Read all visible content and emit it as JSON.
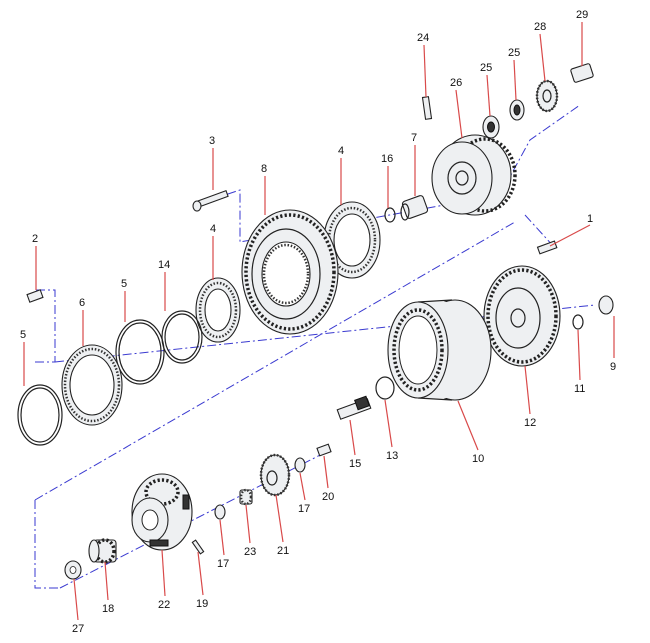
{
  "callouts": {
    "c1": "1",
    "c2": "2",
    "c3": "3",
    "c4a": "4",
    "c4b": "4",
    "c5a": "5",
    "c5b": "5",
    "c6": "6",
    "c7": "7",
    "c8": "8",
    "c9": "9",
    "c10": "10",
    "c11": "11",
    "c12": "12",
    "c13": "13",
    "c14": "14",
    "c15": "15",
    "c16": "16",
    "c17a": "17",
    "c17b": "17",
    "c18": "18",
    "c19": "19",
    "c20": "20",
    "c21": "21",
    "c22": "22",
    "c23": "23",
    "c24": "24",
    "c25a": "25",
    "c25b": "25",
    "c26": "26",
    "c27": "27",
    "c28": "28",
    "c29": "29"
  },
  "colors": {
    "leader": "#d94a4a",
    "axis": "#3a3ad0",
    "outline": "#222222"
  }
}
